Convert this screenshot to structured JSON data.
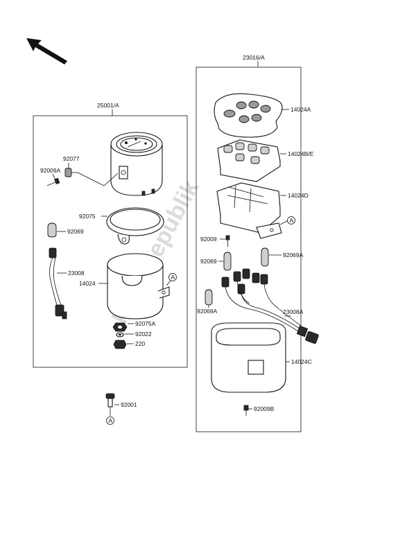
{
  "watermark": "PartsRepublik",
  "left_group": {
    "title": "25001/A",
    "labels": {
      "p92077": "92077",
      "p92009A": "92009A",
      "p92075": "92075",
      "p92069": "92069",
      "p23008": "23008",
      "p14024": "14024",
      "p92075A": "92075A",
      "p92022": "92022",
      "p220": "220"
    },
    "ref_mark": "A"
  },
  "right_group": {
    "title": "23016/A",
    "labels": {
      "p14024A": "14024A",
      "p14024BE": "14024B/E",
      "p14024D": "14024D",
      "p92009": "92009",
      "p92069": "92069",
      "p92069A_r": "92069A",
      "p92069A_l": "92069A",
      "p23008A": "23008A",
      "p14024C": "14024C",
      "p92009B": "92009B"
    },
    "ref_mark": "A"
  },
  "bottom": {
    "label": "92001",
    "ref_mark": "A"
  },
  "colors": {
    "line": "#111111",
    "watermark": "#bfbfbf"
  }
}
